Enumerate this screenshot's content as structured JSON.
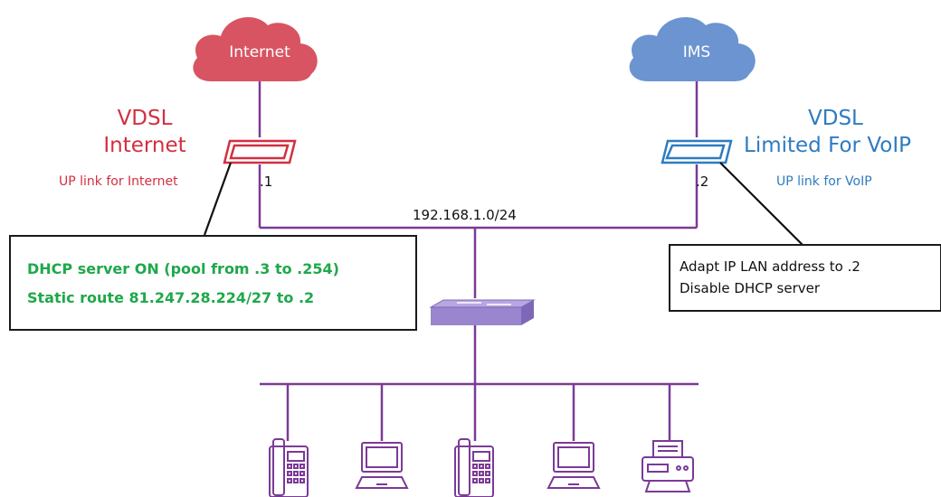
{
  "colors": {
    "internet": "#d85462",
    "ims": "#6b94d1",
    "red_text": "#d32f40",
    "blue_text": "#2e7bc1",
    "purple": "#7b3a96",
    "green_text": "#1fa84a",
    "switch": "#9a86cf"
  },
  "clouds": {
    "internet": "Internet",
    "ims": "IMS"
  },
  "left_router": {
    "title_line1": "VDSL",
    "title_line2": "Internet",
    "subtitle": "UP link for Internet",
    "address": ".1"
  },
  "right_router": {
    "title_line1": "VDSL",
    "title_line2": "Limited For VoIP",
    "subtitle": "UP link for VoIP",
    "address": ".2"
  },
  "network": {
    "subnet": "192.168.1.0/24"
  },
  "notes": {
    "left_line1": "DHCP server ON (pool from .3 to .254)",
    "left_line2": "Static route 81.247.28.224/27  to .2",
    "right_line1": "Adapt IP LAN address to .2",
    "right_line2": "Disable DHCP server"
  },
  "devices": [
    {
      "icon": "ip-phone-icon"
    },
    {
      "icon": "computer-icon"
    },
    {
      "icon": "ip-phone-icon"
    },
    {
      "icon": "computer-icon"
    },
    {
      "icon": "fax-printer-icon"
    }
  ]
}
